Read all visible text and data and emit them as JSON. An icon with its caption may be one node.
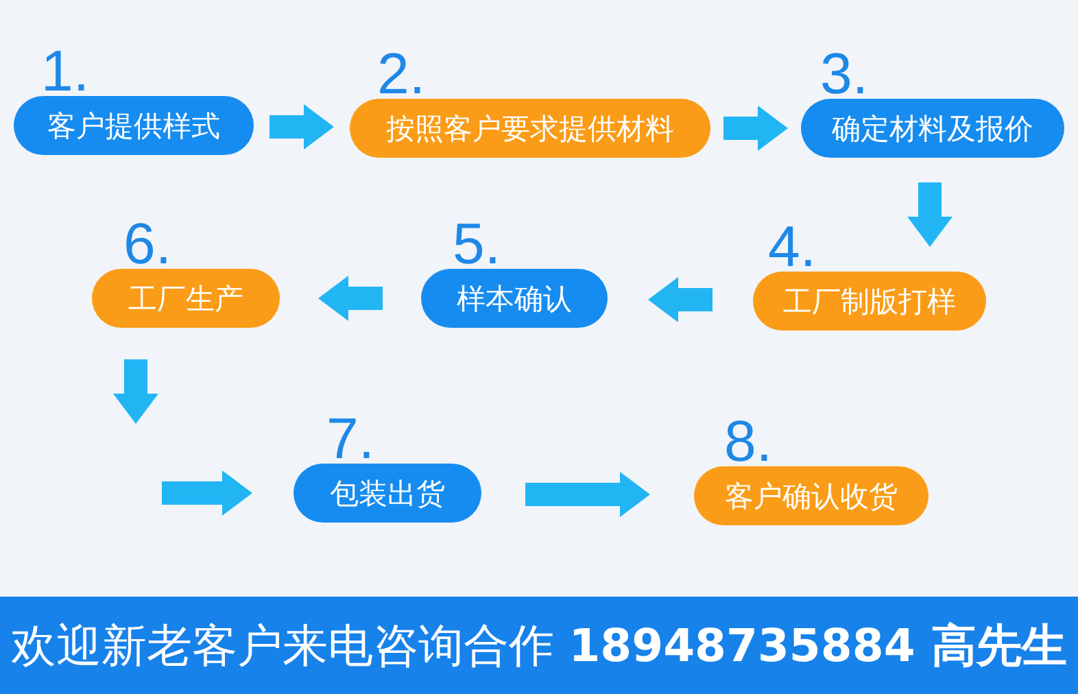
{
  "diagram": {
    "nodes": [
      {
        "text": [
          "1.",
          "客户提供样式"
        ]
      },
      {
        "text": [
          "2.",
          "按照客户要求提供材料"
        ]
      },
      {
        "text": [
          "3.",
          "确定材料及报价"
        ]
      },
      {
        "text": [
          "4.",
          "工厂制版打样"
        ]
      },
      {
        "text": [
          "5.",
          "样本确认"
        ]
      },
      {
        "text": [
          "6.",
          "工厂生产"
        ]
      },
      {
        "text": [
          "7.",
          "包装出货"
        ]
      },
      {
        "text": [
          "8.",
          "客户确认收货"
        ]
      }
    ],
    "edges": [
      {
        "from": 0,
        "to": 1,
        "arrow": "to"
      },
      {
        "from": 1,
        "to": 2,
        "arrow": "to"
      },
      {
        "from": 2,
        "to": 3,
        "arrow": "to"
      },
      {
        "from": 3,
        "to": 4,
        "arrow": "to"
      },
      {
        "from": 4,
        "to": 5,
        "arrow": "to"
      },
      {
        "from": 5,
        "to": null,
        "arrow": "to"
      },
      {
        "from": null,
        "to": 6,
        "arrow": "to"
      },
      {
        "from": 6,
        "to": 7,
        "arrow": "to"
      }
    ],
    "labels": [
      "欢迎新老客户来电咨询合作 **18948735884 高先生**"
    ]
  }
}
